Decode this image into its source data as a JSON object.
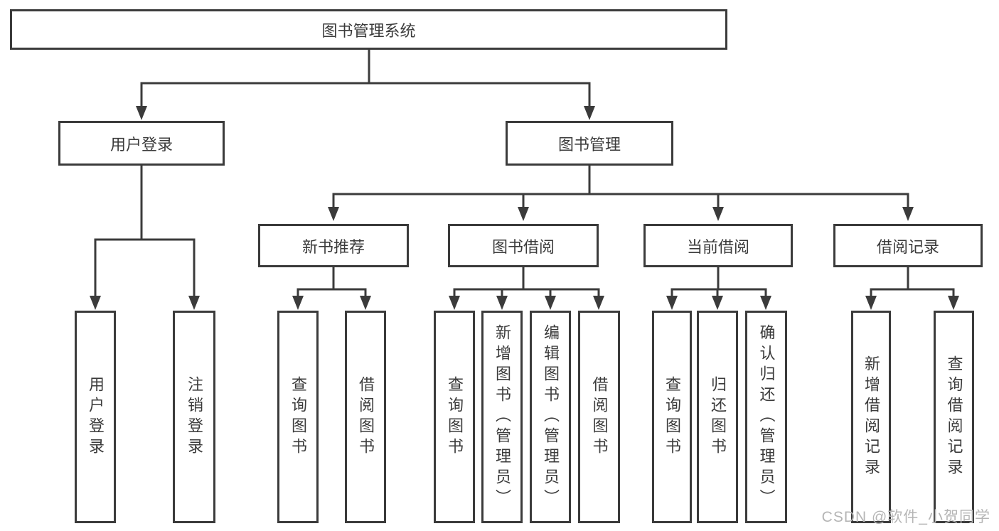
{
  "colors": {
    "line": "#3b3b3b",
    "text": "#3b3b3b",
    "watermark": "#b5b5b5",
    "background": "#ffffff"
  },
  "watermark": {
    "text": "CSDN @软件_小贺同学"
  },
  "tree": {
    "root": {
      "label": "图书管理系统",
      "children": [
        {
          "label": "用户登录",
          "children": [
            {
              "label": "用户登录"
            },
            {
              "label": "注销登录"
            }
          ]
        },
        {
          "label": "图书管理",
          "children": [
            {
              "label": "新书推荐",
              "children": [
                {
                  "label": "查询图书"
                },
                {
                  "label": "借阅图书"
                }
              ]
            },
            {
              "label": "图书借阅",
              "children": [
                {
                  "label": "查询图书"
                },
                {
                  "label": "新增图书（管理员）"
                },
                {
                  "label": "编辑图书（管理员）"
                },
                {
                  "label": "借阅图书"
                }
              ]
            },
            {
              "label": "当前借阅",
              "children": [
                {
                  "label": "查询图书"
                },
                {
                  "label": "归还图书"
                },
                {
                  "label": "确认归还（管理员）"
                }
              ]
            },
            {
              "label": "借阅记录",
              "children": [
                {
                  "label": "新增借阅记录"
                },
                {
                  "label": "查询借阅记录"
                }
              ]
            }
          ]
        }
      ]
    }
  }
}
